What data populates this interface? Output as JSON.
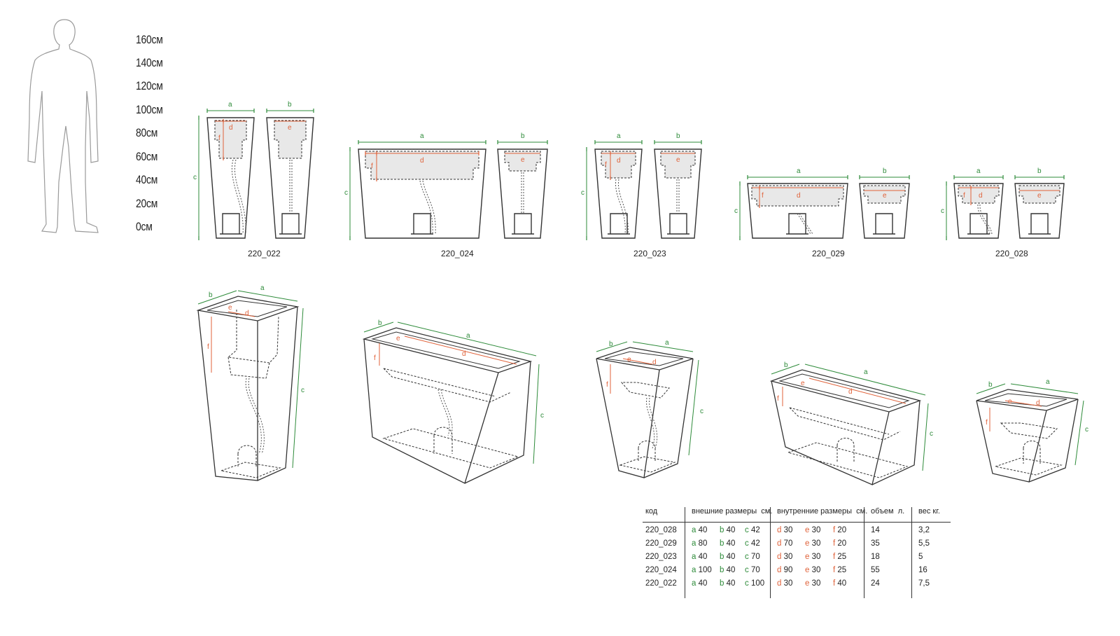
{
  "height_scale": [
    "160см",
    "140см",
    "120см",
    "100см",
    "80см",
    "60см",
    "40см",
    "20см",
    "0см"
  ],
  "dimension_letters": {
    "a": "a",
    "b": "b",
    "c": "c",
    "d": "d",
    "e": "e",
    "f": "f"
  },
  "products": [
    "220_022",
    "220_024",
    "220_023",
    "220_029",
    "220_028"
  ],
  "colors": {
    "outer_dims": "#2e8b3a",
    "inner_dims": "#e0623a",
    "line": "#333333",
    "fill": "#e8e8e8"
  },
  "table": {
    "headers": {
      "code": "код",
      "outer": "внешние размеры",
      "outer_unit": "см.",
      "inner": "внутренние размеры",
      "inner_unit": "см.",
      "volume": "объем",
      "volume_unit": "л.",
      "weight": "вес кг."
    },
    "rows": [
      {
        "code": "220_028",
        "a": "40",
        "b": "40",
        "c": "42",
        "d": "30",
        "e": "30",
        "f": "20",
        "volume": "14",
        "weight": "3,2"
      },
      {
        "code": "220_029",
        "a": "80",
        "b": "40",
        "c": "42",
        "d": "70",
        "e": "30",
        "f": "20",
        "volume": "35",
        "weight": "5,5"
      },
      {
        "code": "220_023",
        "a": "40",
        "b": "40",
        "c": "70",
        "d": "30",
        "e": "30",
        "f": "25",
        "volume": "18",
        "weight": "5"
      },
      {
        "code": "220_024",
        "a": "100",
        "b": "40",
        "c": "70",
        "d": "90",
        "e": "30",
        "f": "25",
        "volume": "55",
        "weight": "16"
      },
      {
        "code": "220_022",
        "a": "40",
        "b": "40",
        "c": "100",
        "d": "30",
        "e": "30",
        "f": "40",
        "volume": "24",
        "weight": "7,5"
      }
    ]
  }
}
